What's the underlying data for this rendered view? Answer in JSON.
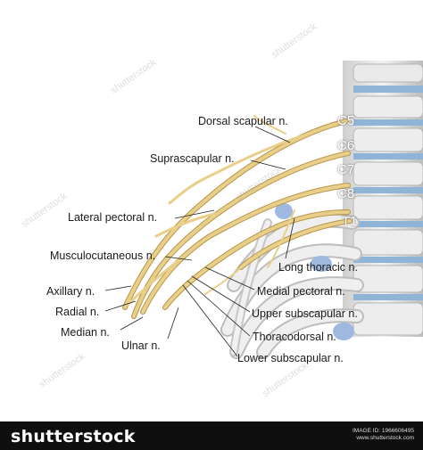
{
  "labels": {
    "dorsal_scapular": "Dorsal scapular n.",
    "suprascapular": "Suprascapular n.",
    "lateral_pectoral": "Lateral pectoral n.",
    "musculocutaneous": "Musculocutaneous n.",
    "axillary": "Axillary n.",
    "radial": "Radial n.",
    "median": "Median n.",
    "ulnar": "Ulnar n.",
    "long_thoracic": "Long thoracic n.",
    "medial_pectoral": "Medial pectoral n.",
    "upper_subscapular": "Upper subscapular n.",
    "thoracodorsal": "Thoracodorsal n.",
    "lower_subscapular": "Lower subscapular n."
  },
  "vertebrae": {
    "c5": "C5",
    "c6": "C6",
    "c7": "C7",
    "c8": "C8",
    "t1": "T1"
  },
  "watermark": {
    "text": "shutterstock"
  },
  "footer": {
    "brand": "shutterstock",
    "image_id_line": "IMAGE ID: 1966606495",
    "site_line": "www.shutterstock.com"
  },
  "colors": {
    "nerve": "#e8cf8a",
    "nerve_shadow": "#b8954a",
    "bone": "#e4e4e4",
    "disc": "#8fb4d6",
    "footer_bg": "#0f0f0f"
  }
}
